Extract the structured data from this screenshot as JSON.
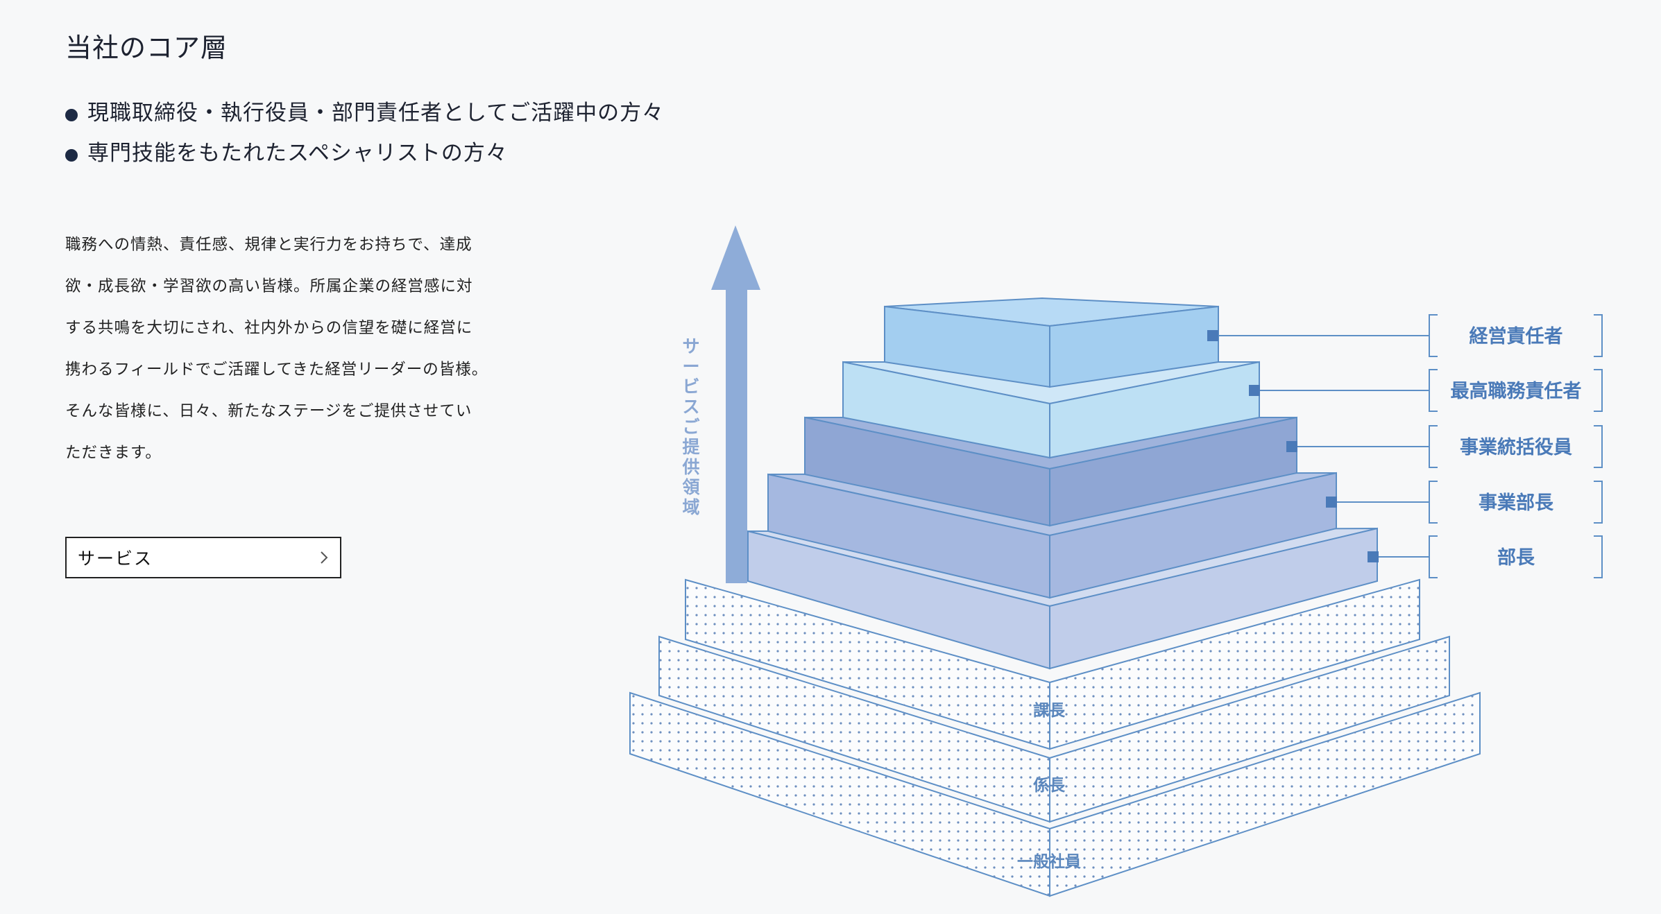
{
  "page": {
    "title": "当社のコア層",
    "bullets": [
      "現職取締役・執行役員・部門責任者としてご活躍中の方々",
      "専門技能をもたれたスペシャリストの方々"
    ],
    "description_lines": [
      "職務への情熱、責任感、規律と実行力をお持ちで、達成",
      "欲・成長欲・学習欲の高い皆様。所属企業の経営感に対",
      "する共鳴を大切にされ、社内外からの信望を礎に経営に",
      "携わるフィールドでご活躍してきた経営リーダーの皆様。",
      "そんな皆様に、日々、新たなステージをご提供させてい",
      "ただきます。"
    ],
    "service_button": {
      "label": "サービス",
      "icon": "chevron-right-icon"
    }
  },
  "diagram": {
    "arrow_label": "サービスご提供領域",
    "target_levels": [
      "経営責任者",
      "最高職務責任者",
      "事業統括役員",
      "事業部長",
      "部長"
    ],
    "lower_levels": [
      "課長",
      "係長",
      "一般社員"
    ],
    "colors": {
      "arrow": "#8eacd8",
      "level_fills": [
        "#a3cef0",
        "#bde0f4",
        "#8fa6d4",
        "#a5b8e0",
        "#c0cdea"
      ],
      "outline": "#5d8fc6",
      "dots": "#6e8fbf",
      "label_text": "#4a7ab8"
    }
  }
}
